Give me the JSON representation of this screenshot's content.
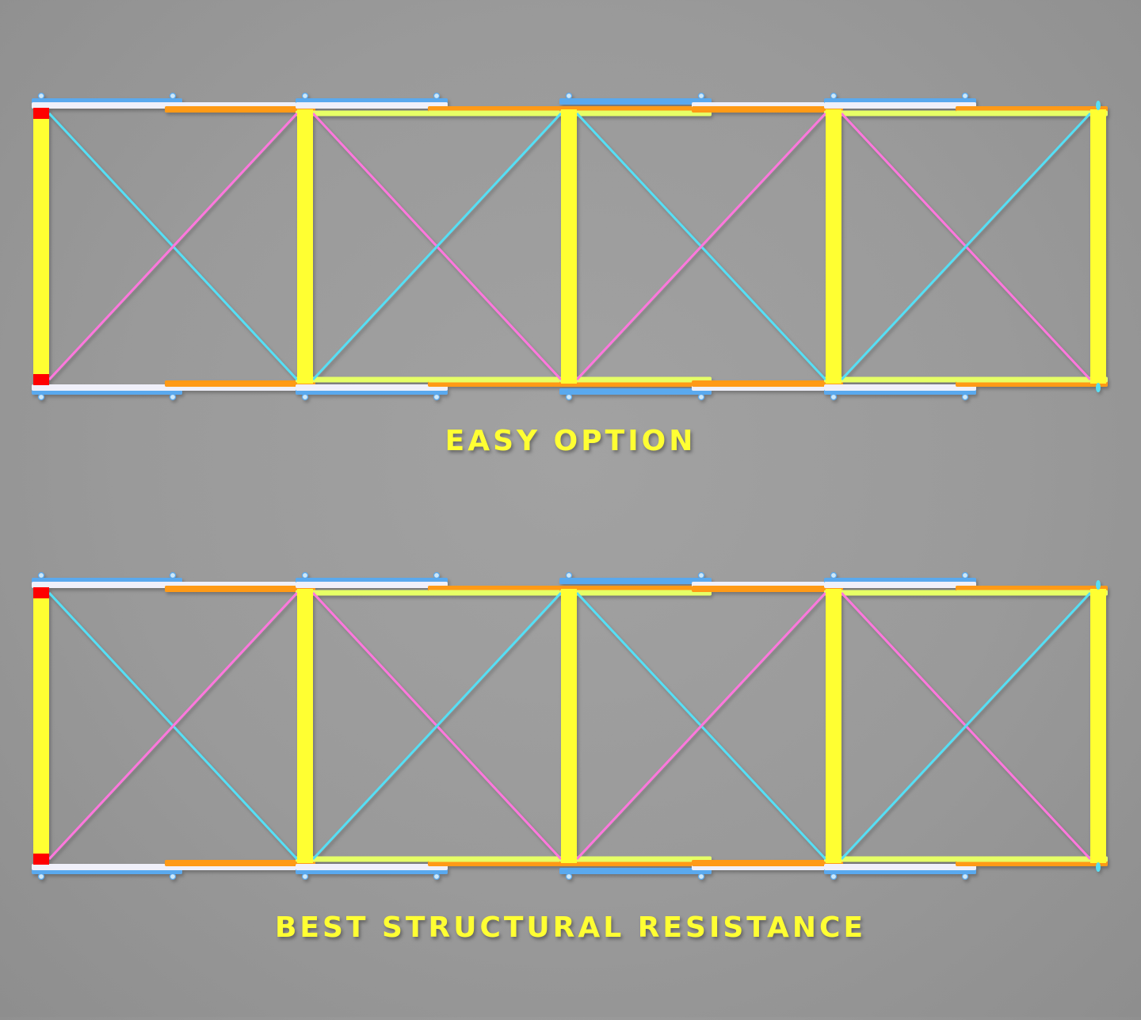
{
  "colors": {
    "background": "#9a9a9a",
    "vertical_post": "#ffff33",
    "post_end_cap": "#ff0000",
    "chord_blue": "#5aa9ee",
    "chord_white": "#f0f0fa",
    "chord_orange": "#ff9a14",
    "chord_green": "#e6ff66",
    "diagonal_cyan": "#55dff5",
    "diagonal_pink": "#ff77dd",
    "caption_text": "#ffff33"
  },
  "diagrams": [
    {
      "caption": "EASY OPTION",
      "panels": 4,
      "bracing": "x-bracing, same pattern in every panel"
    },
    {
      "caption": "BEST STRUCTURAL RESISTANCE",
      "panels": 4,
      "bracing": "x-bracing, alternating pattern per panel"
    }
  ]
}
